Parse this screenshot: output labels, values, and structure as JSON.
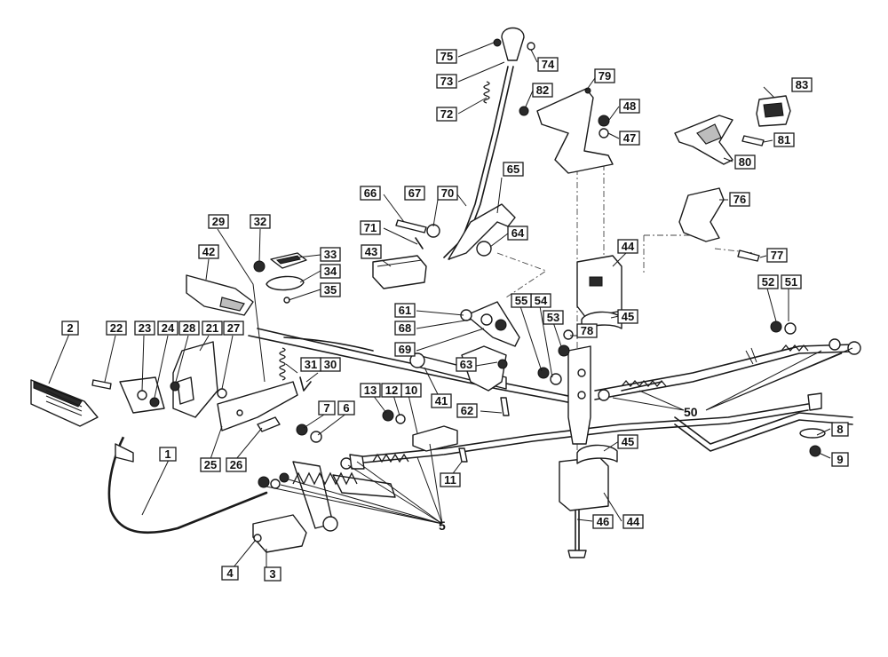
{
  "diagram": {
    "labels": [
      "1",
      "2",
      "3",
      "4",
      "5",
      "6",
      "7",
      "8",
      "9",
      "10",
      "11",
      "12",
      "13",
      "21",
      "22",
      "23",
      "24",
      "25",
      "26",
      "27",
      "28",
      "29",
      "30",
      "31",
      "32",
      "33",
      "34",
      "35",
      "41",
      "42",
      "43",
      "44",
      "44",
      "45",
      "45",
      "46",
      "47",
      "48",
      "50",
      "51",
      "52",
      "53",
      "54",
      "55",
      "61",
      "62",
      "63",
      "64",
      "65",
      "66",
      "67",
      "68",
      "69",
      "70",
      "71",
      "72",
      "73",
      "74",
      "75",
      "76",
      "77",
      "78",
      "79",
      "80",
      "81",
      "82",
      "83"
    ]
  }
}
